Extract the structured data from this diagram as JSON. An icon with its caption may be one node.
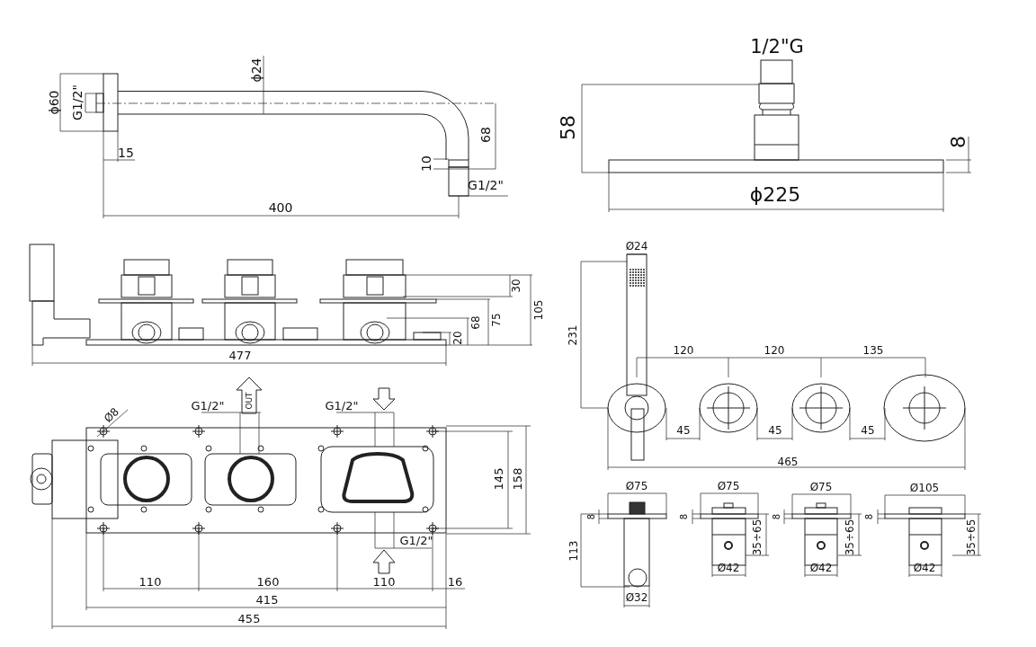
{
  "diagram": {
    "labels": [
      "ϕ24",
      "ϕ60",
      "G1/2\"",
      "15",
      "68",
      "10",
      "G1/2\"",
      "400",
      "1/2\"G",
      "58",
      "8",
      "ϕ225",
      "30",
      "105",
      "68",
      "75",
      "20",
      "477",
      "Ø24",
      "231",
      "120",
      "120",
      "135",
      "45",
      "45",
      "45",
      "465",
      "G1/2\"",
      "OUT",
      "G1/2\"",
      "Ø8",
      "G1/2\"",
      "145",
      "158",
      "110",
      "160",
      "110",
      "16",
      "415",
      "455",
      "Ø75",
      "Ø75",
      "Ø75",
      "Ø105",
      "8",
      "8",
      "8",
      "8",
      "113",
      "35÷65",
      "35÷65",
      "35÷65",
      "Ø42",
      "Ø42",
      "Ø42",
      "Ø32"
    ]
  }
}
